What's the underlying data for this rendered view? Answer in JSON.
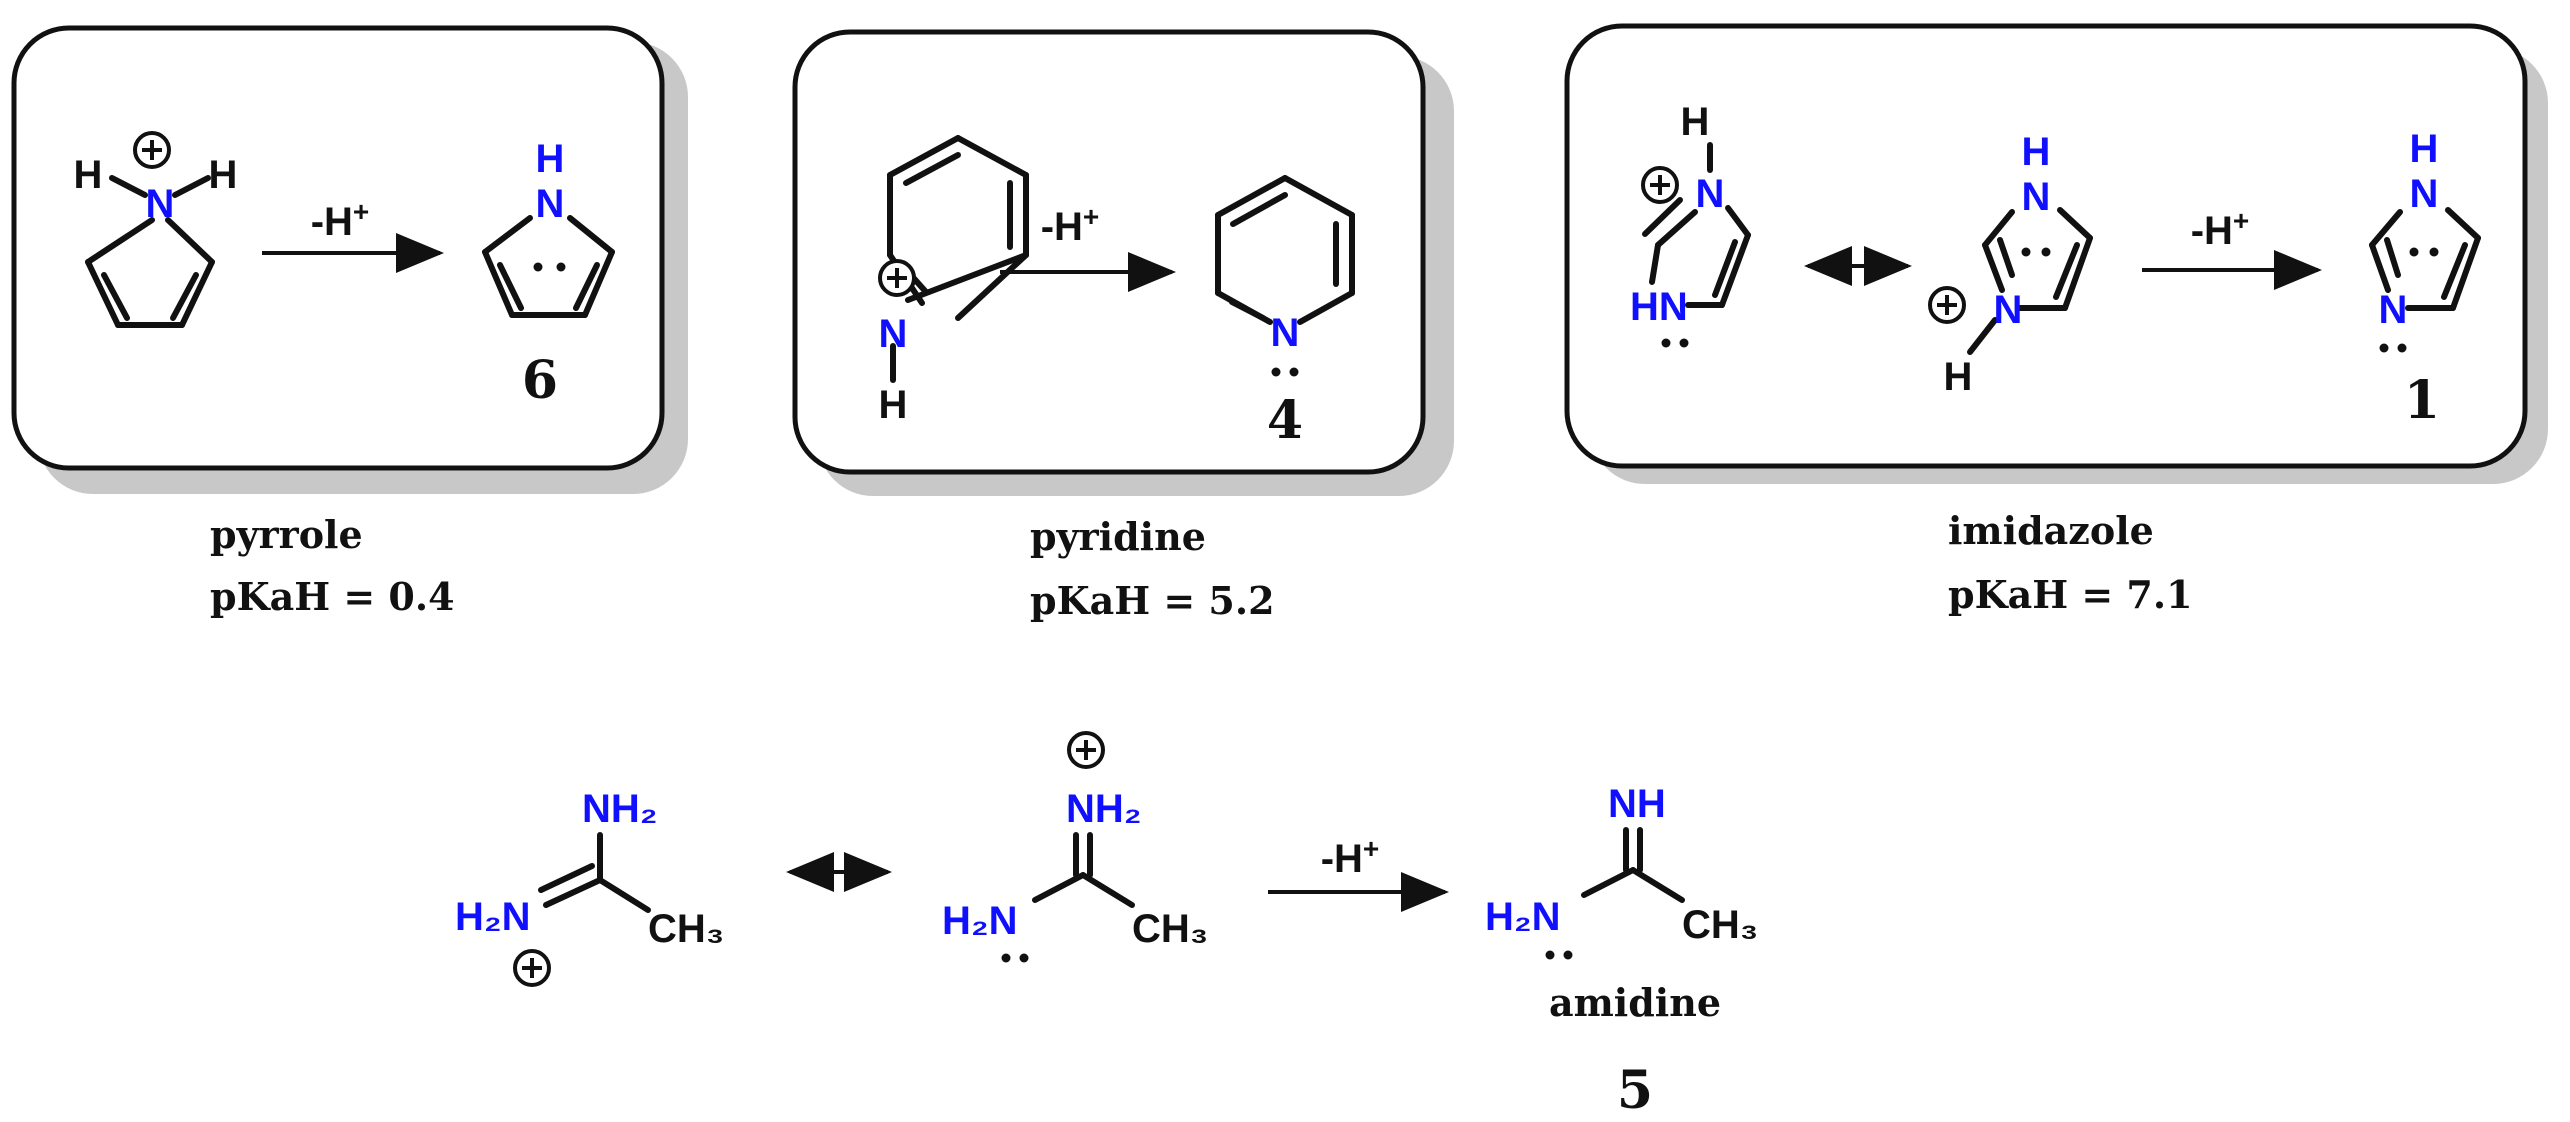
{
  "reaction_label": "-H",
  "reaction_label_sup": "+",
  "atoms": {
    "N": "N",
    "H": "H",
    "NH": "NH",
    "HN": "HN",
    "H2N": "H₂N",
    "NH2": "NH₂",
    "CH3": "CH₃"
  },
  "panels": {
    "pyrrole": {
      "name": "pyrrole",
      "pka": "pKaH = 0.4",
      "compound_number": "6"
    },
    "pyridine": {
      "name": "pyridine",
      "pka": "pKaH = 5.2",
      "compound_number": "4"
    },
    "imidazole": {
      "name": "imidazole",
      "pka": "pKaH = 7.1",
      "compound_number": "1"
    },
    "amidine": {
      "name": "amidine",
      "compound_number": "5"
    }
  },
  "colors": {
    "heteroatom": "#1010ff",
    "bond": "#111111",
    "shadow": "#c8c8c8"
  }
}
